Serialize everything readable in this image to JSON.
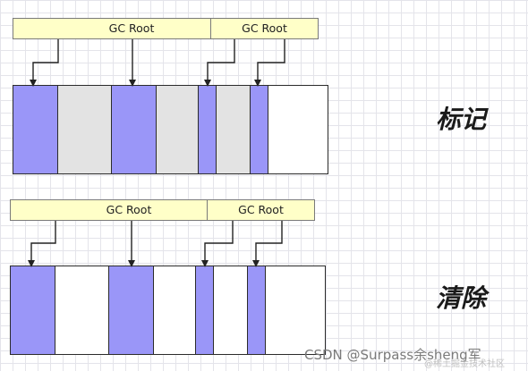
{
  "colors": {
    "live": "#9a96f8",
    "garbage": "#e3e3e3",
    "free": "#ffffff",
    "label_bg": "#ffffc8"
  },
  "mark_panel": {
    "title": "标记",
    "root_label_1": "GC Root",
    "root_label_2": "GC Root",
    "cells": [
      "live",
      "garbage",
      "live",
      "garbage",
      "live",
      "garbage",
      "live",
      "free"
    ]
  },
  "sweep_panel": {
    "title": "清除",
    "root_label_1": "GC Root",
    "root_label_2": "GC Root",
    "cells": [
      "live",
      "free",
      "live",
      "free",
      "live",
      "free",
      "live",
      "free"
    ]
  },
  "watermark": {
    "main": "CSDN @Surpass余sheng军",
    "sub": "@稀土掘金技术社区"
  }
}
